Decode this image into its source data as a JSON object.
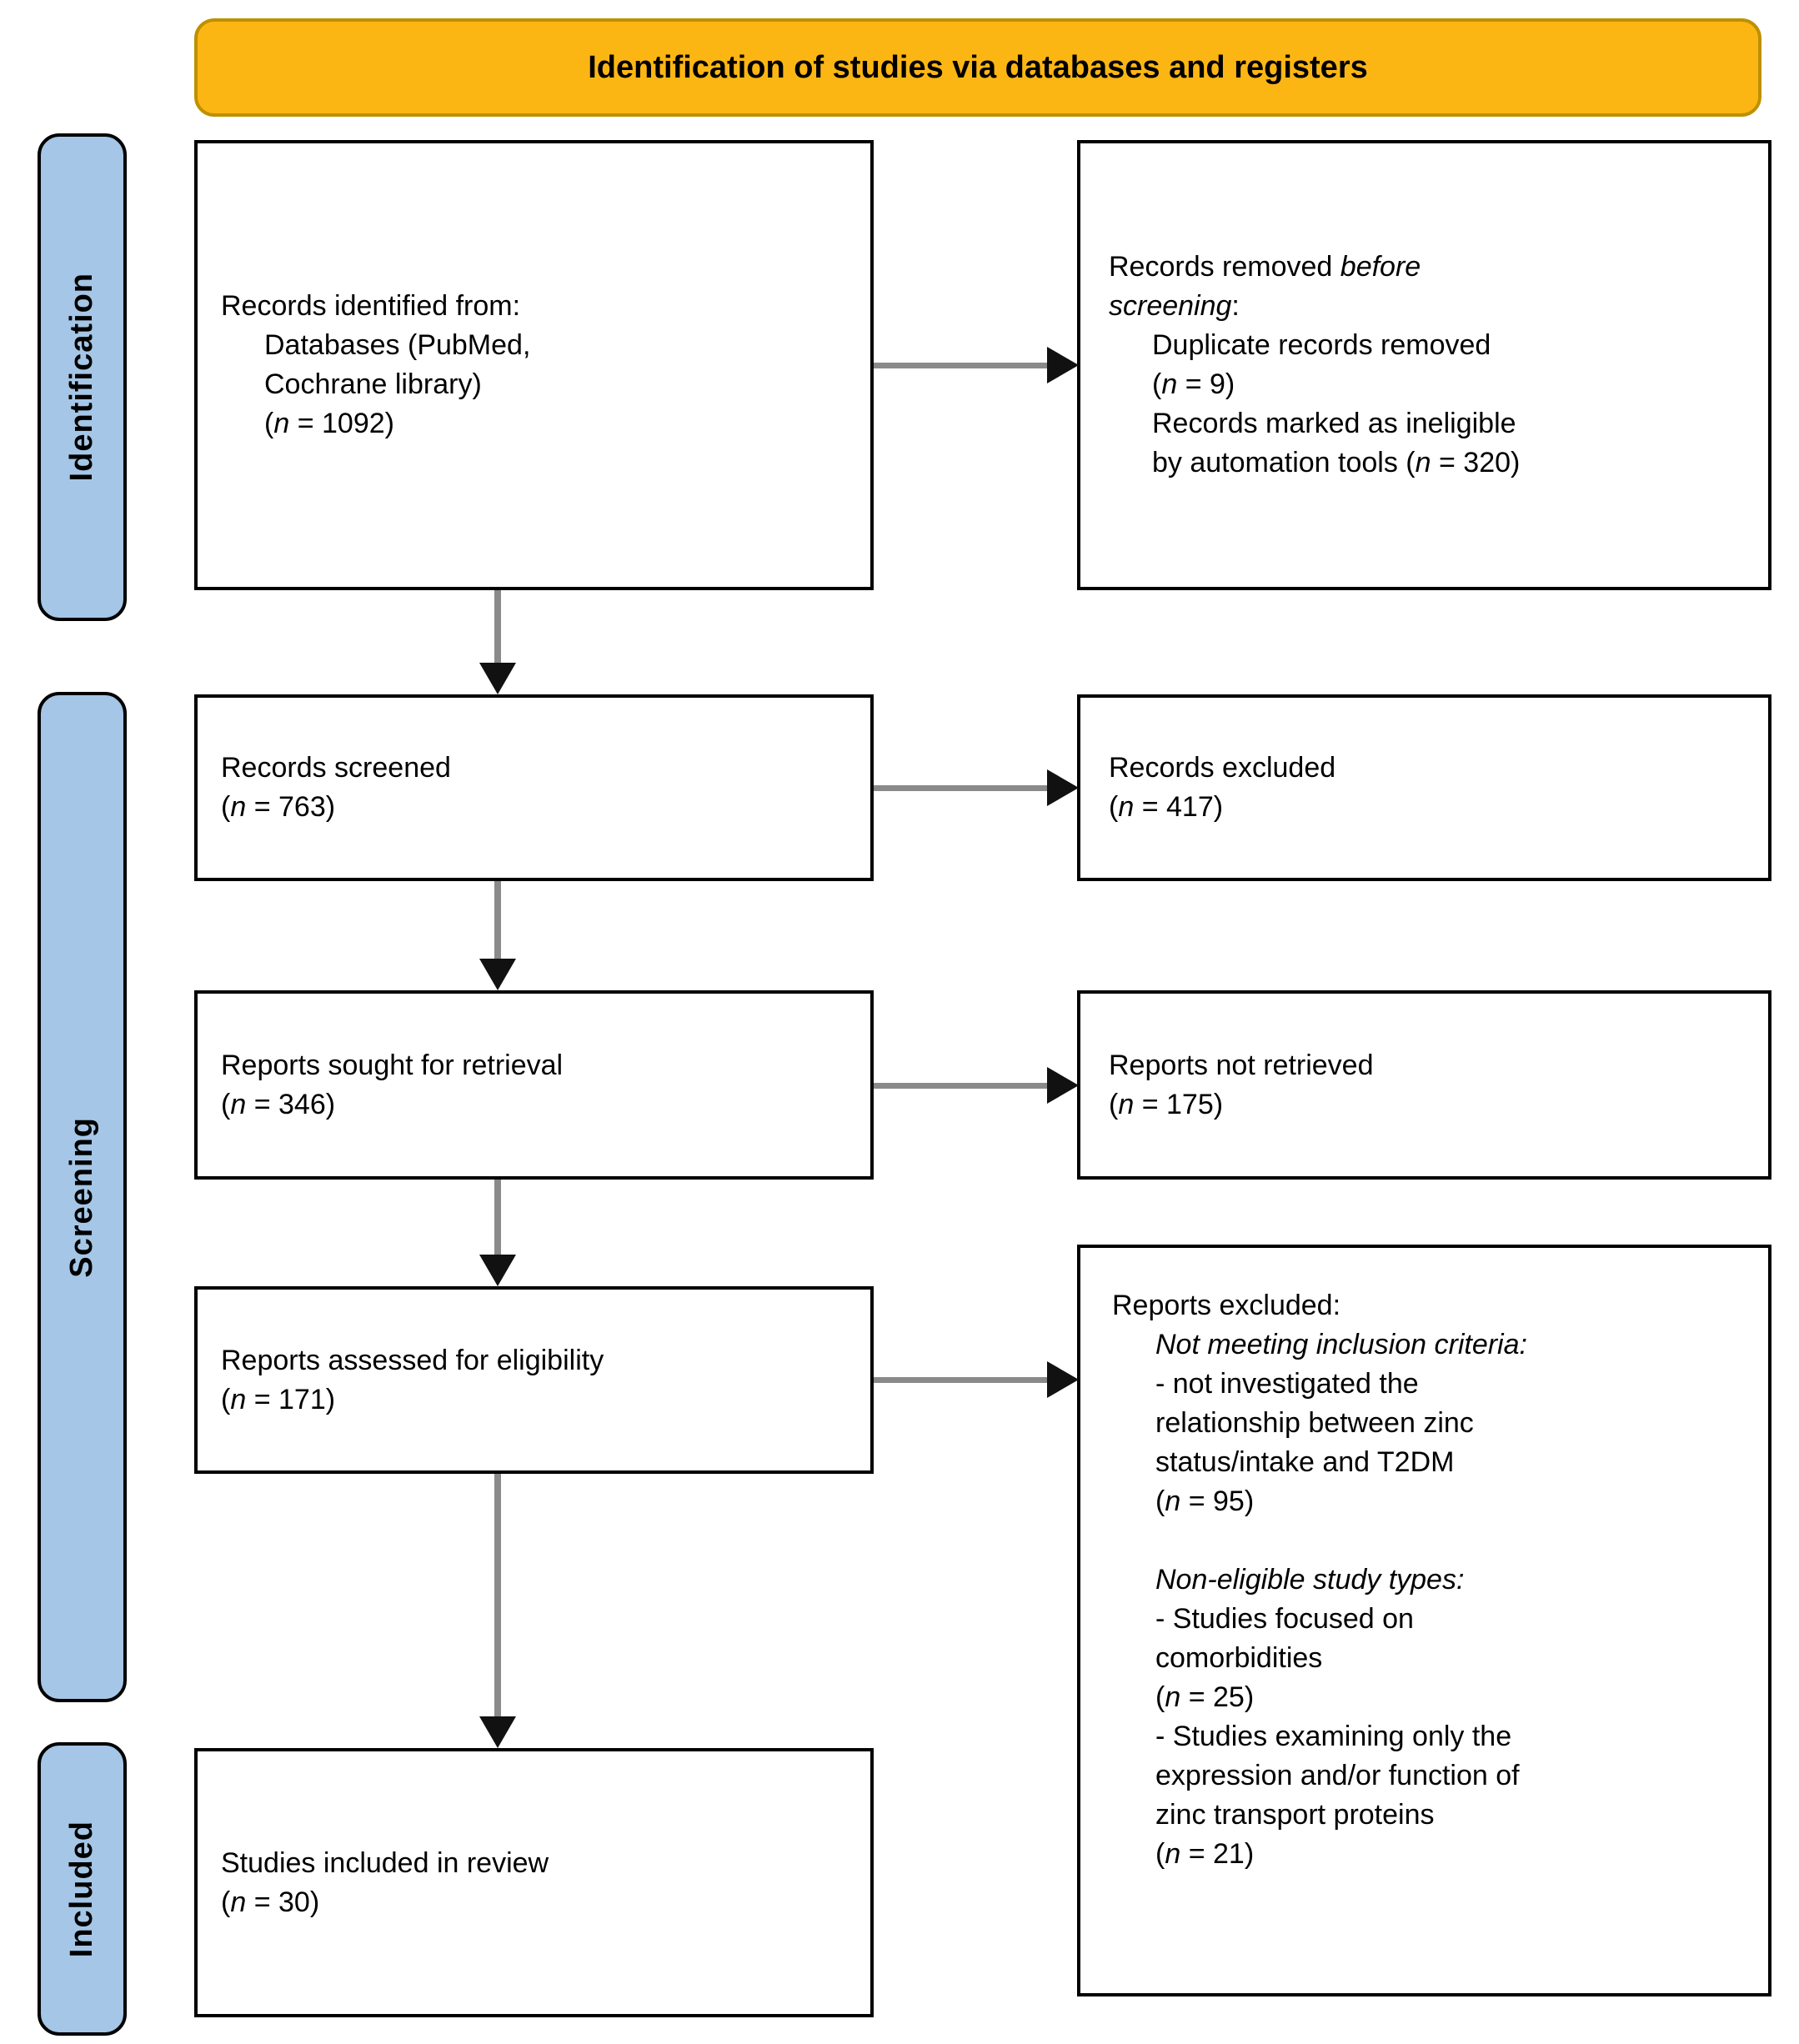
{
  "banner": {
    "label": "Identification of studies via databases and registers"
  },
  "stages": [
    {
      "id": "identification",
      "label": "Identification"
    },
    {
      "id": "screening",
      "label": "Screening"
    },
    {
      "id": "included",
      "label": "Included"
    }
  ],
  "colors": {
    "banner_bg": "#FCB614",
    "banner_border": "#BE9000",
    "stage_bg": "#A5C6E6",
    "arrow_gray": "#8A8A8A",
    "box_border": "#000000"
  },
  "boxes": {
    "identified": {
      "lines": [
        {
          "indent": 0,
          "segments": [
            {
              "text": "Records identified from:"
            }
          ]
        },
        {
          "indent": 1,
          "segments": [
            {
              "text": "Databases (PubMed,"
            }
          ]
        },
        {
          "indent": 1,
          "segments": [
            {
              "text": "Cochrane library)"
            }
          ]
        },
        {
          "indent": 1,
          "segments": [
            {
              "text": "("
            },
            {
              "text": "n",
              "italic": true
            },
            {
              "text": " = 1092)"
            }
          ]
        }
      ]
    },
    "removed": {
      "lines": [
        {
          "indent": 0,
          "segments": [
            {
              "text": "Records removed "
            },
            {
              "text": "before",
              "italic": true
            }
          ]
        },
        {
          "indent": 0,
          "segments": [
            {
              "text": "screening",
              "italic": true
            },
            {
              "text": ":"
            }
          ]
        },
        {
          "indent": 1,
          "segments": [
            {
              "text": "Duplicate records removed"
            }
          ]
        },
        {
          "indent": 1,
          "segments": [
            {
              "text": "("
            },
            {
              "text": "n",
              "italic": true
            },
            {
              "text": " = 9)"
            }
          ]
        },
        {
          "indent": 1,
          "segments": [
            {
              "text": "Records marked as ineligible"
            }
          ]
        },
        {
          "indent": 1,
          "segments": [
            {
              "text": "by automation tools ("
            },
            {
              "text": "n",
              "italic": true
            },
            {
              "text": " = 320)"
            }
          ]
        }
      ]
    },
    "screened": {
      "lines": [
        {
          "indent": 0,
          "segments": [
            {
              "text": "Records screened"
            }
          ]
        },
        {
          "indent": 0,
          "segments": [
            {
              "text": "("
            },
            {
              "text": "n",
              "italic": true
            },
            {
              "text": " = 763)"
            }
          ]
        }
      ]
    },
    "excluded": {
      "lines": [
        {
          "indent": 0,
          "segments": [
            {
              "text": "Records excluded"
            }
          ]
        },
        {
          "indent": 0,
          "segments": [
            {
              "text": "("
            },
            {
              "text": "n",
              "italic": true
            },
            {
              "text": " = 417)"
            }
          ]
        }
      ]
    },
    "sought": {
      "lines": [
        {
          "indent": 0,
          "segments": [
            {
              "text": "Reports sought for retrieval"
            }
          ]
        },
        {
          "indent": 0,
          "segments": [
            {
              "text": "("
            },
            {
              "text": "n",
              "italic": true
            },
            {
              "text": " = 346)"
            }
          ]
        }
      ]
    },
    "notretrieved": {
      "lines": [
        {
          "indent": 0,
          "segments": [
            {
              "text": "Reports not retrieved"
            }
          ]
        },
        {
          "indent": 0,
          "segments": [
            {
              "text": "("
            },
            {
              "text": "n",
              "italic": true
            },
            {
              "text": " = 175)"
            }
          ]
        }
      ]
    },
    "assessed": {
      "lines": [
        {
          "indent": 0,
          "segments": [
            {
              "text": "Reports assessed for eligibility"
            }
          ]
        },
        {
          "indent": 0,
          "segments": [
            {
              "text": "("
            },
            {
              "text": "n",
              "italic": true
            },
            {
              "text": " = 171)"
            }
          ]
        }
      ]
    },
    "reportsExcluded": {
      "lines": [
        {
          "indent": 0,
          "segments": [
            {
              "text": "Reports excluded:"
            }
          ]
        },
        {
          "indent": 1,
          "segments": [
            {
              "text": "Not meeting inclusion criteria:",
              "italic": true
            }
          ]
        },
        {
          "indent": 1,
          "segments": [
            {
              "text": "- not investigated the"
            }
          ]
        },
        {
          "indent": 1,
          "segments": [
            {
              "text": "relationship between zinc"
            }
          ]
        },
        {
          "indent": 1,
          "segments": [
            {
              "text": "status/intake and T2DM"
            }
          ]
        },
        {
          "indent": 1,
          "segments": [
            {
              "text": "("
            },
            {
              "text": "n",
              "italic": true
            },
            {
              "text": " = 95)"
            }
          ]
        },
        {
          "indent": 1,
          "segments": []
        },
        {
          "indent": 1,
          "segments": [
            {
              "text": "Non-eligible study types:",
              "italic": true
            }
          ]
        },
        {
          "indent": 1,
          "segments": [
            {
              "text": "- Studies focused on"
            }
          ]
        },
        {
          "indent": 1,
          "segments": [
            {
              "text": "comorbidities"
            }
          ]
        },
        {
          "indent": 1,
          "segments": [
            {
              "text": "("
            },
            {
              "text": "n",
              "italic": true
            },
            {
              "text": " = 25)"
            }
          ]
        },
        {
          "indent": 1,
          "segments": [
            {
              "text": "- Studies examining only the"
            }
          ]
        },
        {
          "indent": 1,
          "segments": [
            {
              "text": "expression and/or function of"
            }
          ]
        },
        {
          "indent": 1,
          "segments": [
            {
              "text": "zinc transport proteins"
            }
          ]
        },
        {
          "indent": 1,
          "segments": [
            {
              "text": "("
            },
            {
              "text": "n",
              "italic": true
            },
            {
              "text": " = 21)"
            }
          ]
        }
      ]
    },
    "included": {
      "lines": [
        {
          "indent": 0,
          "segments": [
            {
              "text": "Studies included in review"
            }
          ]
        },
        {
          "indent": 0,
          "segments": [
            {
              "text": "("
            },
            {
              "text": "n",
              "italic": true
            },
            {
              "text": " = 30)"
            }
          ]
        }
      ]
    }
  }
}
